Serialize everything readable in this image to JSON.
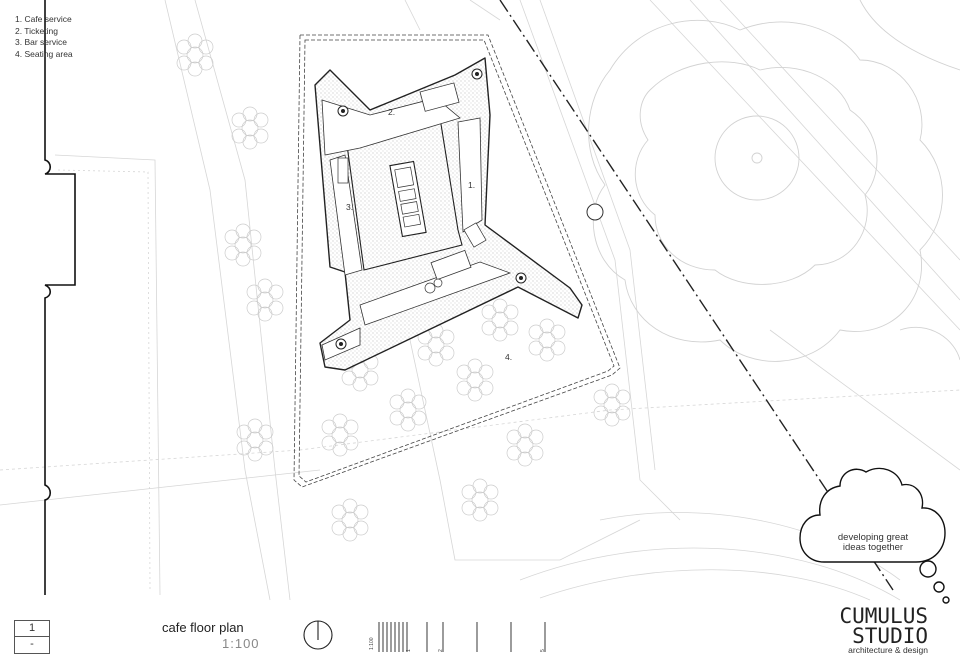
{
  "legend": [
    "1. Cafe service",
    "2. Ticketing",
    "3. Bar service",
    "4. Seating area"
  ],
  "room_labels": {
    "cafe": "1.",
    "ticketing": "2.",
    "bar": "3.",
    "seating": "4."
  },
  "title_block": {
    "sheet_number": "1",
    "sheet_revision": "-",
    "title": "cafe floor plan",
    "scale": "1:100"
  },
  "scale_bar_labels": [
    "1:100",
    "1",
    "2",
    "5"
  ],
  "tagline": {
    "line1": "developing great",
    "line2": "ideas together"
  },
  "brand": {
    "name_line1": "CUMULUS",
    "name_line2": "STUDIO",
    "subtitle": "architecture & design"
  }
}
